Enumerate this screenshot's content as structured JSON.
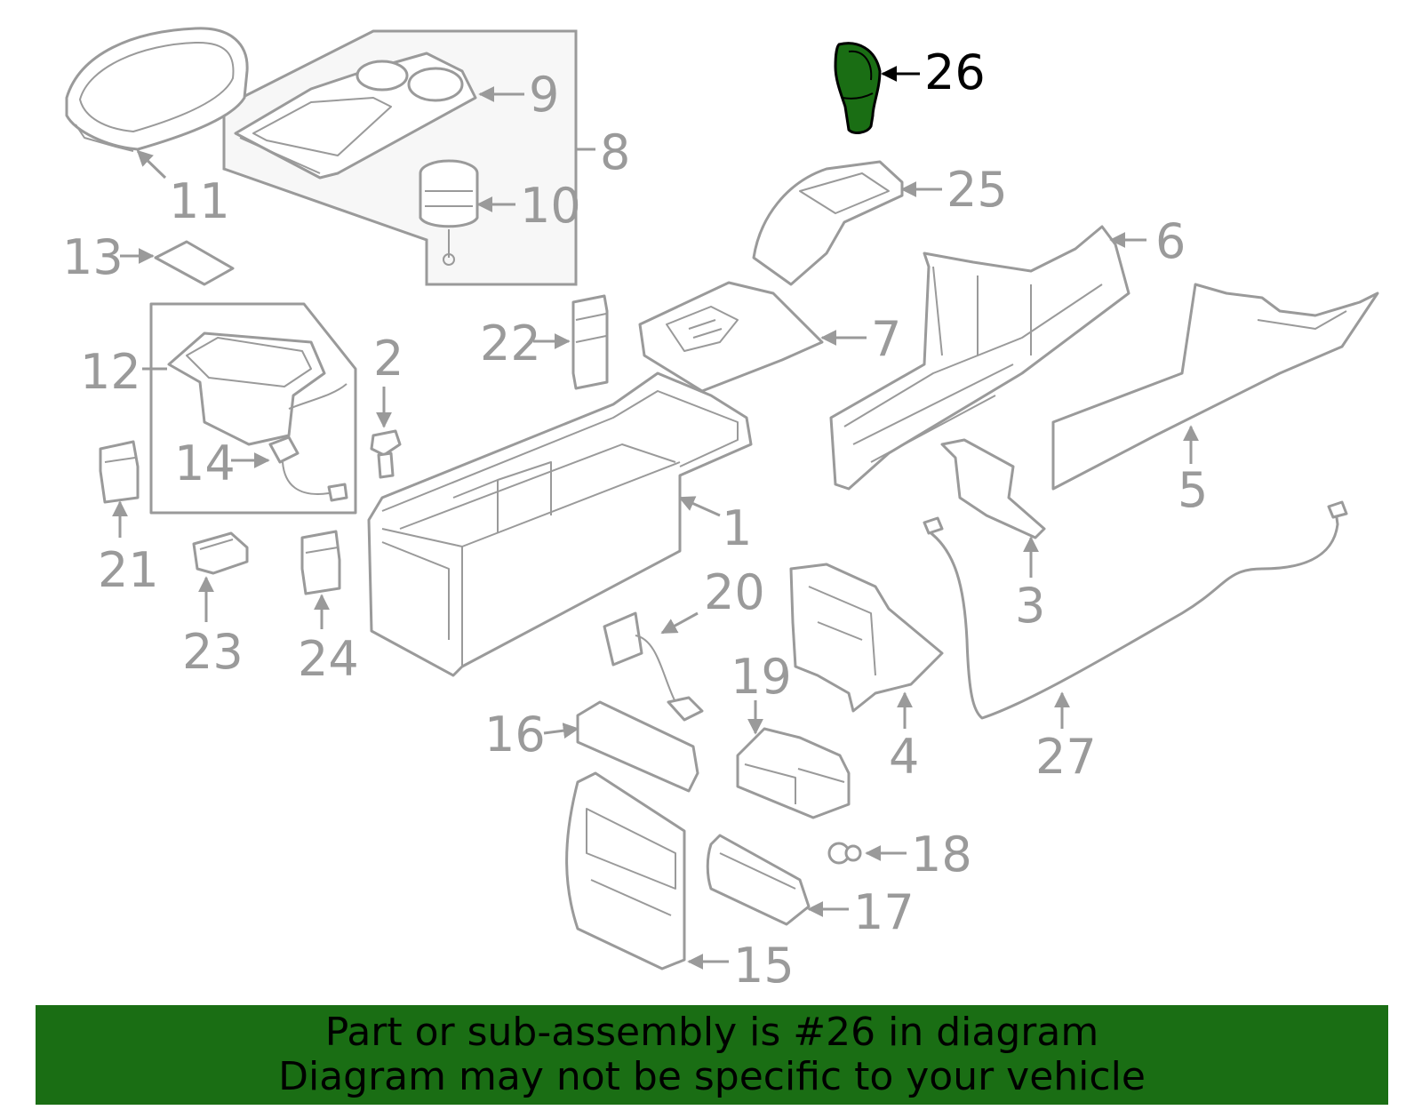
{
  "highlight_color": "#1a6e14",
  "part_color": "#9a9a9a",
  "callouts": {
    "c1": "1",
    "c2": "2",
    "c3": "3",
    "c4": "4",
    "c5": "5",
    "c6": "6",
    "c7": "7",
    "c8": "8",
    "c9": "9",
    "c10": "10",
    "c11": "11",
    "c12": "12",
    "c13": "13",
    "c14": "14",
    "c15": "15",
    "c16": "16",
    "c17": "17",
    "c18": "18",
    "c19": "19",
    "c20": "20",
    "c21": "21",
    "c22": "22",
    "c23": "23",
    "c24": "24",
    "c25": "25",
    "c26": "26",
    "c27": "27"
  },
  "highlighted_part": "26",
  "footer": {
    "line1": "Part or sub-assembly is #26 in diagram",
    "line2": "Diagram may not be specific to your vehicle"
  }
}
